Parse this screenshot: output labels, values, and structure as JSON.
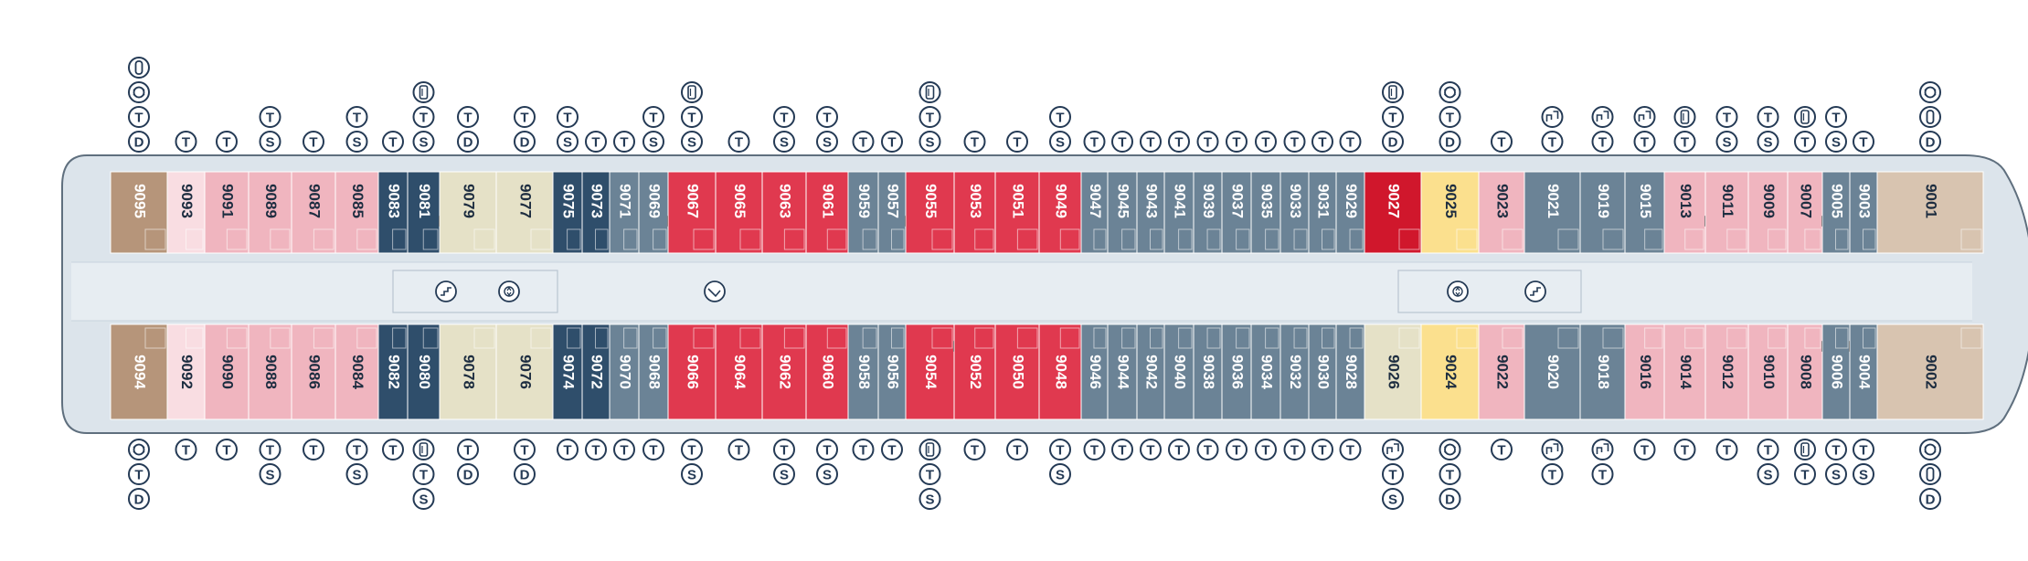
{
  "colors": {
    "navy": "#2f4e6b",
    "slate": "#6b8396",
    "red": "#e0394f",
    "darkred": "#d0172c",
    "pink": "#f0b5bf",
    "lightpink": "#f9dde2",
    "yellow": "#fbe08e",
    "beige": "#e5e1c7",
    "brown": "#b6957a",
    "tan": "#d8c4b0",
    "corridor": "#e7edf2",
    "hullfill": "#dce4eb",
    "hullstroke": "#5f6f7e",
    "symbol": "#243a55"
  },
  "legend_codes": {
    "T": "T",
    "S": "S",
    "D": "D"
  },
  "top_row": [
    {
      "no": "9095",
      "color": "brown",
      "top": [
        "tub",
        "accessible",
        "T",
        "D"
      ]
    },
    {
      "no": "9093",
      "color": "lightpink",
      "top": [
        "T"
      ]
    },
    {
      "no": "9091",
      "color": "pink",
      "top": [
        "T"
      ]
    },
    {
      "no": "9089",
      "color": "pink",
      "top": [
        "T",
        "S"
      ]
    },
    {
      "no": "9087",
      "color": "pink",
      "top": [
        "T"
      ]
    },
    {
      "no": "9085",
      "color": "pink",
      "top": [
        "T",
        "S"
      ]
    },
    {
      "no": "9083",
      "color": "navy",
      "top": [
        "T"
      ]
    },
    {
      "no": "9081",
      "color": "navy",
      "top": [
        "sofa",
        "T",
        "S"
      ],
      "door": true
    },
    {
      "no": "9079",
      "color": "beige",
      "top": [
        "T",
        "D"
      ]
    },
    {
      "no": "9077",
      "color": "beige",
      "top": [
        "T",
        "D"
      ]
    },
    {
      "no": "9075",
      "color": "navy",
      "top": [
        "T",
        "S"
      ]
    },
    {
      "no": "9073",
      "color": "navy",
      "top": [
        "T"
      ]
    },
    {
      "no": "9071",
      "color": "slate",
      "top": [
        "T"
      ]
    },
    {
      "no": "9069",
      "color": "slate",
      "top": [
        "T",
        "S"
      ],
      "door": true
    },
    {
      "no": "9067",
      "color": "red",
      "top": [
        "sofa",
        "T",
        "S"
      ]
    },
    {
      "no": "9065",
      "color": "red",
      "top": [
        "T"
      ]
    },
    {
      "no": "9063",
      "color": "red",
      "top": [
        "T",
        "S"
      ]
    },
    {
      "no": "9061",
      "color": "red",
      "top": [
        "T",
        "S"
      ]
    },
    {
      "no": "9059",
      "color": "slate",
      "top": [
        "T"
      ]
    },
    {
      "no": "9057",
      "color": "slate",
      "top": [
        "T"
      ],
      "door": true
    },
    {
      "no": "9055",
      "color": "red",
      "top": [
        "sofa",
        "T",
        "S"
      ]
    },
    {
      "no": "9053",
      "color": "red",
      "top": [
        "T"
      ]
    },
    {
      "no": "9051",
      "color": "red",
      "top": [
        "T"
      ]
    },
    {
      "no": "9049",
      "color": "red",
      "top": [
        "T",
        "S"
      ]
    },
    {
      "no": "9047",
      "color": "slate",
      "top": [
        "T"
      ]
    },
    {
      "no": "9045",
      "color": "slate",
      "top": [
        "T"
      ]
    },
    {
      "no": "9043",
      "color": "slate",
      "top": [
        "T"
      ]
    },
    {
      "no": "9041",
      "color": "slate",
      "top": [
        "T"
      ]
    },
    {
      "no": "9039",
      "color": "slate",
      "top": [
        "T"
      ]
    },
    {
      "no": "9037",
      "color": "slate",
      "top": [
        "T"
      ]
    },
    {
      "no": "9035",
      "color": "slate",
      "top": [
        "T"
      ]
    },
    {
      "no": "9033",
      "color": "slate",
      "top": [
        "T"
      ]
    },
    {
      "no": "9031",
      "color": "slate",
      "top": [
        "T"
      ]
    },
    {
      "no": "9029",
      "color": "slate",
      "top": [
        "T"
      ]
    },
    {
      "no": "9027",
      "color": "darkred",
      "top": [
        "sofa",
        "T",
        "D"
      ]
    },
    {
      "no": "9025",
      "color": "yellow",
      "top": [
        "accessible",
        "T",
        "D"
      ]
    },
    {
      "no": "9023",
      "color": "pink",
      "top": [
        "T"
      ]
    },
    {
      "no": "9021",
      "color": "slate",
      "top": [
        "connect",
        "T"
      ]
    },
    {
      "no": "9019",
      "color": "slate",
      "top": [
        "connect",
        "T"
      ]
    },
    {
      "no": "9015",
      "color": "slate",
      "top": [
        "connect",
        "T"
      ]
    },
    {
      "no": "9013",
      "color": "pink",
      "top": [
        "sofa",
        "T"
      ],
      "door": true
    },
    {
      "no": "9011",
      "color": "pink",
      "top": [
        "T",
        "S"
      ]
    },
    {
      "no": "9009",
      "color": "pink",
      "top": [
        "T",
        "S"
      ]
    },
    {
      "no": "9007",
      "color": "pink",
      "top": [
        "sofa",
        "T"
      ],
      "door": true
    },
    {
      "no": "9005",
      "color": "slate",
      "top": [
        "T",
        "S"
      ]
    },
    {
      "no": "9003",
      "color": "slate",
      "top": [
        "T"
      ]
    },
    {
      "no": "9001",
      "color": "tan",
      "top": [
        "accessible",
        "tub",
        "D"
      ]
    }
  ],
  "bottom_row": [
    {
      "no": "9094",
      "color": "brown",
      "bot": [
        "accessible",
        "T",
        "D"
      ]
    },
    {
      "no": "9092",
      "color": "lightpink",
      "bot": [
        "T"
      ]
    },
    {
      "no": "9090",
      "color": "pink",
      "bot": [
        "T"
      ]
    },
    {
      "no": "9088",
      "color": "pink",
      "bot": [
        "T",
        "S"
      ]
    },
    {
      "no": "9086",
      "color": "pink",
      "bot": [
        "T"
      ]
    },
    {
      "no": "9084",
      "color": "pink",
      "bot": [
        "T",
        "S"
      ]
    },
    {
      "no": "9082",
      "color": "navy",
      "bot": [
        "T"
      ]
    },
    {
      "no": "9080",
      "color": "navy",
      "bot": [
        "sofa",
        "T",
        "S"
      ]
    },
    {
      "no": "9078",
      "color": "beige",
      "bot": [
        "T",
        "D"
      ]
    },
    {
      "no": "9076",
      "color": "beige",
      "bot": [
        "T",
        "D"
      ]
    },
    {
      "no": "9074",
      "color": "navy",
      "bot": [
        "T"
      ]
    },
    {
      "no": "9072",
      "color": "navy",
      "bot": [
        "T"
      ]
    },
    {
      "no": "9070",
      "color": "slate",
      "bot": [
        "T"
      ]
    },
    {
      "no": "9068",
      "color": "slate",
      "bot": [
        "T"
      ]
    },
    {
      "no": "9066",
      "color": "red",
      "bot": [
        "T",
        "S"
      ]
    },
    {
      "no": "9064",
      "color": "red",
      "bot": [
        "T"
      ]
    },
    {
      "no": "9062",
      "color": "red",
      "bot": [
        "T",
        "S"
      ]
    },
    {
      "no": "9060",
      "color": "red",
      "bot": [
        "T",
        "S"
      ]
    },
    {
      "no": "9058",
      "color": "slate",
      "bot": [
        "T"
      ]
    },
    {
      "no": "9056",
      "color": "slate",
      "bot": [
        "T"
      ]
    },
    {
      "no": "9054",
      "color": "red",
      "bot": [
        "sofa",
        "T",
        "S"
      ],
      "door": true
    },
    {
      "no": "9052",
      "color": "red",
      "bot": [
        "T"
      ]
    },
    {
      "no": "9050",
      "color": "red",
      "bot": [
        "T"
      ]
    },
    {
      "no": "9048",
      "color": "red",
      "bot": [
        "T",
        "S"
      ]
    },
    {
      "no": "9046",
      "color": "slate",
      "bot": [
        "T"
      ]
    },
    {
      "no": "9044",
      "color": "slate",
      "bot": [
        "T"
      ]
    },
    {
      "no": "9042",
      "color": "slate",
      "bot": [
        "T"
      ]
    },
    {
      "no": "9040",
      "color": "slate",
      "bot": [
        "T"
      ]
    },
    {
      "no": "9038",
      "color": "slate",
      "bot": [
        "T"
      ]
    },
    {
      "no": "9036",
      "color": "slate",
      "bot": [
        "T"
      ]
    },
    {
      "no": "9034",
      "color": "slate",
      "bot": [
        "T"
      ]
    },
    {
      "no": "9032",
      "color": "slate",
      "bot": [
        "T"
      ]
    },
    {
      "no": "9030",
      "color": "slate",
      "bot": [
        "T"
      ]
    },
    {
      "no": "9028",
      "color": "slate",
      "bot": [
        "T"
      ]
    },
    {
      "no": "9026",
      "color": "beige",
      "bot": [
        "connect",
        "T",
        "S"
      ]
    },
    {
      "no": "9024",
      "color": "yellow",
      "bot": [
        "accessible",
        "T",
        "D"
      ]
    },
    {
      "no": "9022",
      "color": "pink",
      "bot": [
        "T"
      ]
    },
    {
      "no": "9020",
      "color": "slate",
      "bot": [
        "connect",
        "T"
      ]
    },
    {
      "no": "9018",
      "color": "slate",
      "bot": [
        "connect",
        "T"
      ]
    },
    {
      "no": "9016",
      "color": "pink",
      "bot": [
        "T"
      ]
    },
    {
      "no": "9014",
      "color": "pink",
      "bot": [
        "T"
      ]
    },
    {
      "no": "9012",
      "color": "pink",
      "bot": [
        "T"
      ]
    },
    {
      "no": "9010",
      "color": "pink",
      "bot": [
        "T",
        "S"
      ]
    },
    {
      "no": "9008",
      "color": "pink",
      "bot": [
        "sofa",
        "T"
      ],
      "door": true
    },
    {
      "no": "9006",
      "color": "slate",
      "bot": [
        "T",
        "S"
      ],
      "door": true
    },
    {
      "no": "9004",
      "color": "slate",
      "bot": [
        "T",
        "S"
      ]
    },
    {
      "no": "9002",
      "color": "tan",
      "bot": [
        "accessible",
        "tub",
        "D"
      ]
    }
  ]
}
